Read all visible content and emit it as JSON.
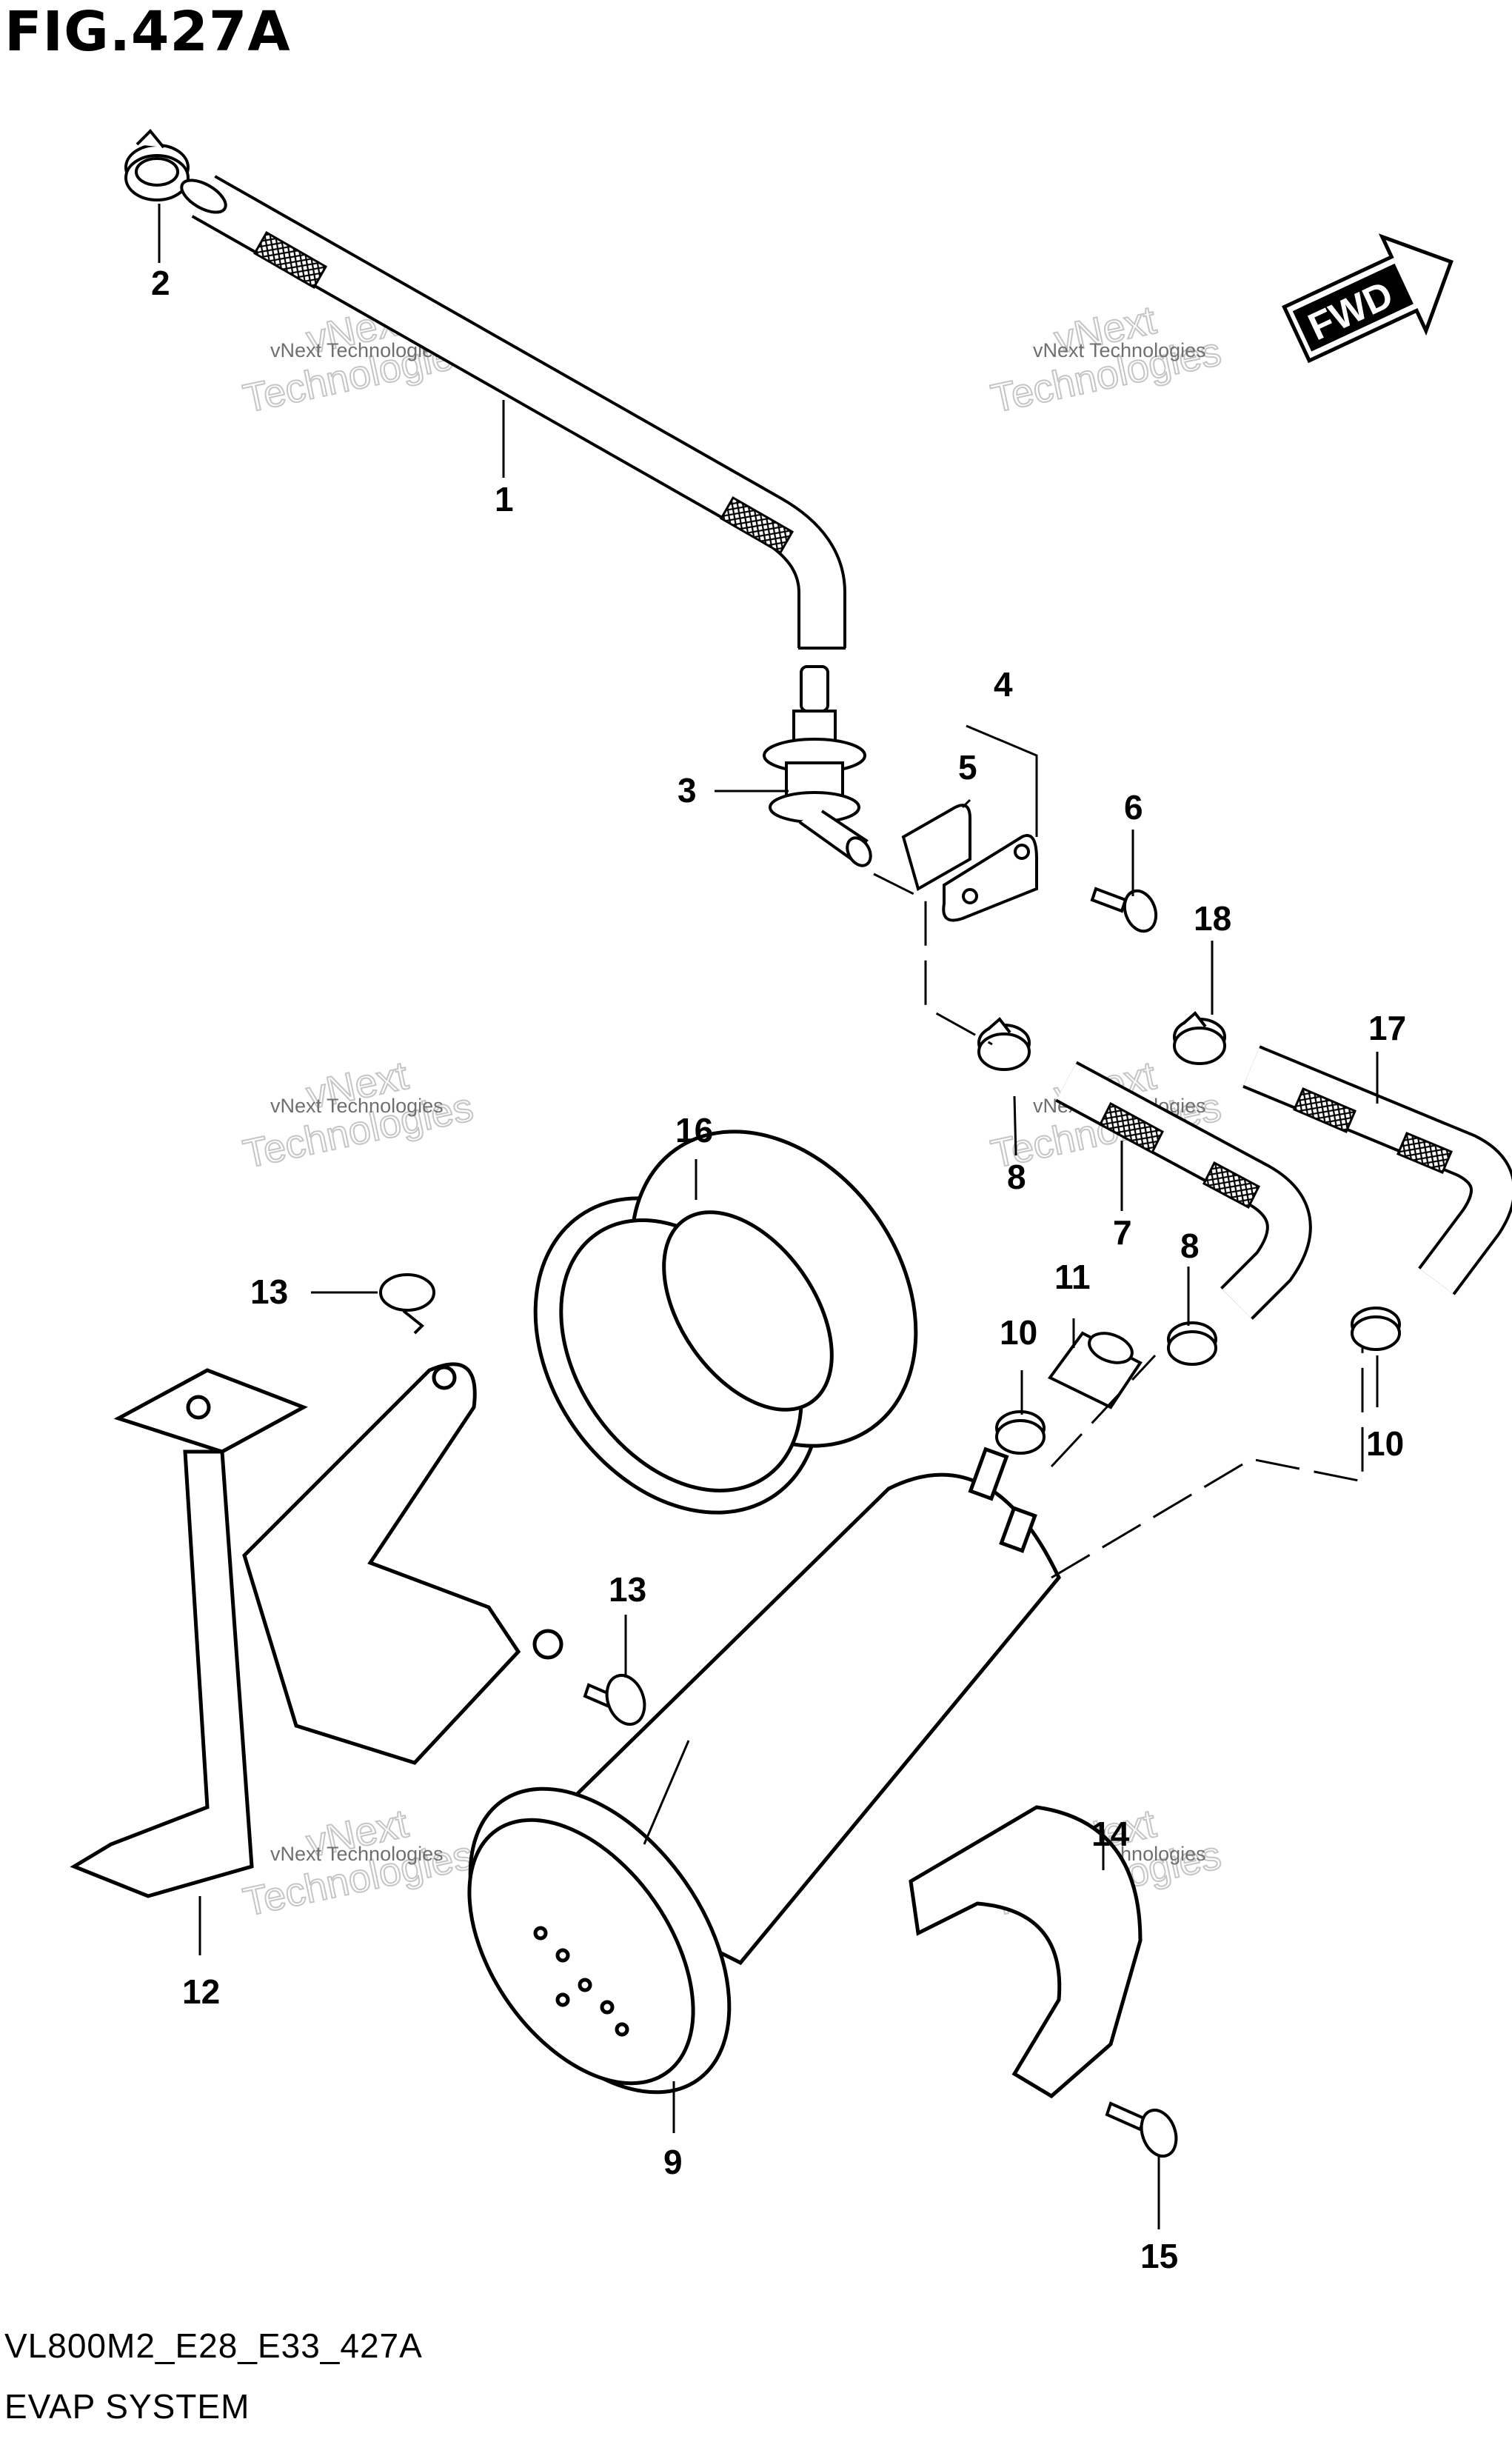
{
  "figure": {
    "title": "FIG.427A"
  },
  "footer": {
    "code": "VL800M2_E28_E33_427A",
    "name": "EVAP SYSTEM"
  },
  "direction_badge": {
    "label": "FWD"
  },
  "watermark": {
    "line1": "vNext Technologies",
    "line2": "vNext",
    "line3": "Technologies"
  },
  "callouts": {
    "c1": "1",
    "c2": "2",
    "c3": "3",
    "c4": "4",
    "c5": "5",
    "c6": "6",
    "c7": "7",
    "c8a": "8",
    "c8b": "8",
    "c9": "9",
    "c10a": "10",
    "c10b": "10",
    "c11": "11",
    "c12": "12",
    "c13a": "13",
    "c13b": "13",
    "c14": "14",
    "c15": "15",
    "c16": "16",
    "c17": "17",
    "c18": "18"
  }
}
